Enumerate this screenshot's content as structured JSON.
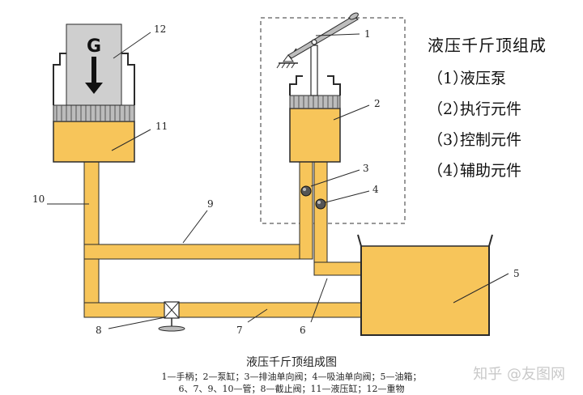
{
  "legend": {
    "title": "液压千斤顶组成",
    "items": [
      {
        "index": "（1）",
        "label": "液压泵"
      },
      {
        "index": "（2）",
        "label": "执行元件"
      },
      {
        "index": "（3）",
        "label": "控制元件"
      },
      {
        "index": "（4）",
        "label": "辅助元件"
      }
    ]
  },
  "weight_label": "G",
  "callouts": [
    "1",
    "2",
    "3",
    "4",
    "5",
    "6",
    "7",
    "8",
    "9",
    "10",
    "11",
    "12"
  ],
  "caption": "液压千斤顶组成图",
  "parts_line_1": "1—手柄；2—泵缸；3—排油单向阀；4—吸油单向阀；5—油箱；",
  "parts_line_2": "6、7、9、10—管；8—截止阀；11—液压缸；12—重物",
  "watermark": "知乎 @友图网",
  "colors": {
    "oil": "#f7c55a",
    "oil_edge": "#2a2a2a",
    "weight": "#cfcfcf",
    "piston": "#bcbcbc"
  }
}
